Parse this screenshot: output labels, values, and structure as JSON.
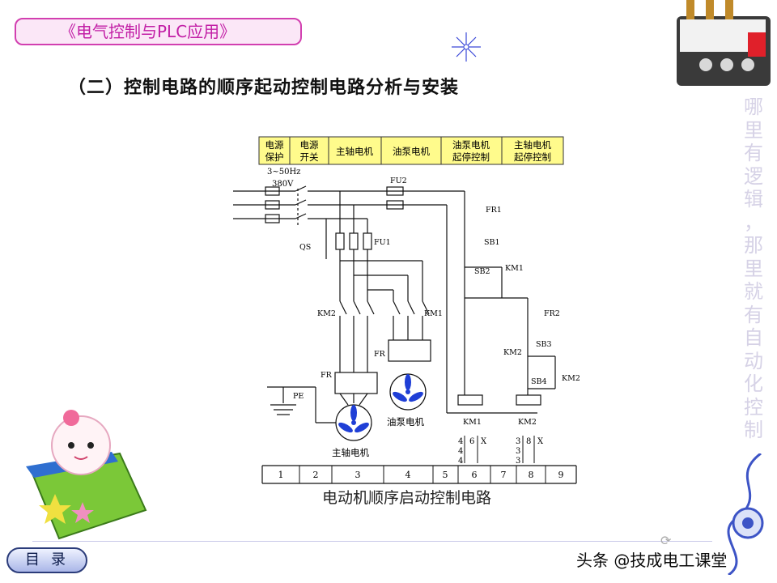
{
  "course_title": "《电气控制与PLC应用》",
  "section_title": "（二）控制电路的顺序起动控制电路分析与安装",
  "side_slogan": [
    "哪",
    "里",
    "有",
    "逻",
    "辑",
    "，",
    "那",
    "里",
    "就",
    "有",
    "自",
    "动",
    "化",
    "控",
    "制"
  ],
  "diagram": {
    "caption": "电动机顺序启动控制电路",
    "header_cells": [
      {
        "line1": "电源",
        "line2": "保护"
      },
      {
        "line1": "电源",
        "line2": "开关"
      },
      {
        "line1": "主轴电机",
        "line2": ""
      },
      {
        "line1": "油泵电机",
        "line2": ""
      },
      {
        "line1": "油泵电机",
        "line2": "起停控制"
      },
      {
        "line1": "主轴电机",
        "line2": "起停控制"
      }
    ],
    "supply_line1": "3~50Hz",
    "supply_line2": "380V",
    "labels": {
      "fu2": "FU2",
      "fu1": "FU1",
      "qs": "QS",
      "fr1": "FR1",
      "sb1": "SB1",
      "sb2": "SB2",
      "km1_hold": "KM1",
      "fr2": "FR2",
      "sb3": "SB3",
      "km2_il": "KM2",
      "sb4": "SB4",
      "km2_hold": "KM2",
      "km2_main": "KM2",
      "km1_main": "KM1",
      "fr_pump": "FR",
      "fr_main": "FR",
      "pe": "PE",
      "coil_km1": "KM1",
      "coil_km2": "KM2",
      "pump_motor": "油泵电机",
      "main_motor": "主轴电机"
    },
    "xref_km1": [
      "4",
      "4",
      "4",
      "6",
      "X"
    ],
    "xref_km2": [
      "3",
      "3",
      "3",
      "8",
      "X"
    ],
    "zones": [
      "1",
      "2",
      "3",
      "4",
      "5",
      "6",
      "7",
      "8",
      "9"
    ]
  },
  "toc_button": "目录",
  "watermark": "头条 @技成电工课堂",
  "colors": {
    "accent": "#d23fb0",
    "header_fill": "#fffb8c",
    "motor_fan": "#1f3fd6",
    "slogan": "#d6d2e6"
  }
}
